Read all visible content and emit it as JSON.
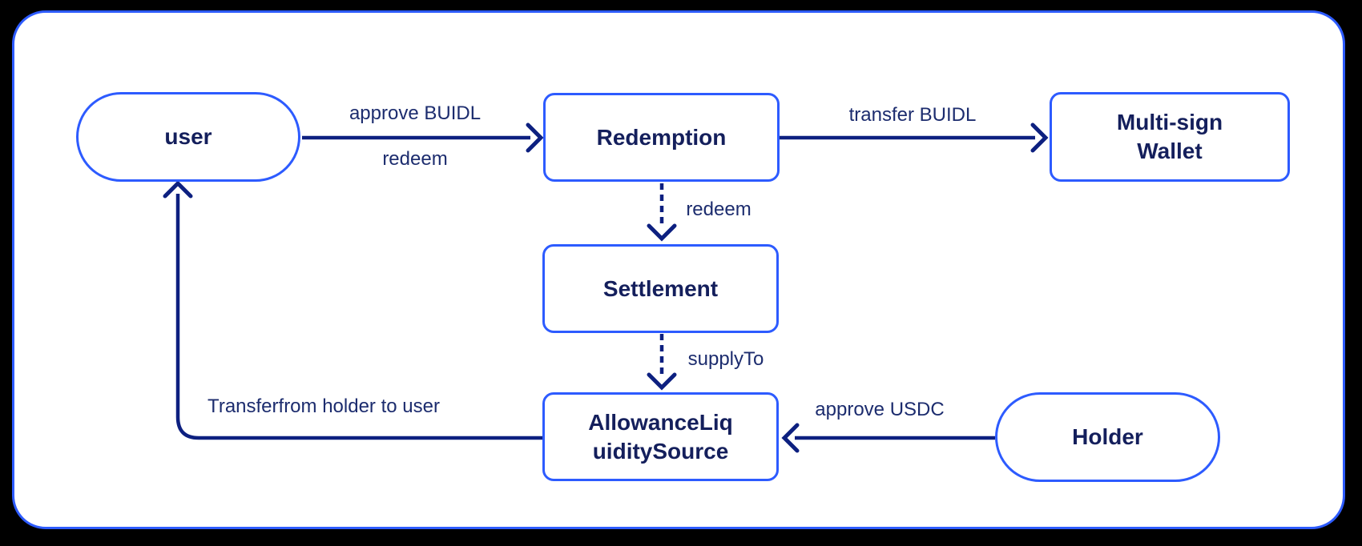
{
  "diagram": {
    "colors": {
      "background": "#000000",
      "canvas": "#ffffff",
      "node_border_blue": "#2d5bff",
      "arrow_navy": "#0d2080",
      "node_text_navy": "#141f5c",
      "edge_label_navy": "#1c2c6e"
    },
    "nodes": {
      "user": {
        "label": "user",
        "shape": "pill"
      },
      "redemption": {
        "label": "Redemption",
        "shape": "rect"
      },
      "multisign_wallet": {
        "label": "Multi-sign Wallet",
        "lines": [
          "Multi-sign",
          "Wallet"
        ],
        "shape": "rect"
      },
      "settlement": {
        "label": "Settlement",
        "shape": "rect"
      },
      "allowance_liquidity_source": {
        "label": "AllowanceLiquiditySource",
        "lines": [
          "AllowanceLiq",
          "uiditySource"
        ],
        "shape": "rect"
      },
      "holder": {
        "label": "Holder",
        "shape": "pill"
      }
    },
    "edges": [
      {
        "from": "user",
        "to": "redemption",
        "style": "solid",
        "labels": [
          "approve BUIDL",
          "redeem"
        ]
      },
      {
        "from": "redemption",
        "to": "multisign_wallet",
        "style": "solid",
        "labels": [
          "transfer BUIDL"
        ]
      },
      {
        "from": "redemption",
        "to": "settlement",
        "style": "dashed",
        "labels": [
          "redeem"
        ]
      },
      {
        "from": "settlement",
        "to": "allowance_liquidity_source",
        "style": "dashed",
        "labels": [
          "supplyTo"
        ]
      },
      {
        "from": "holder",
        "to": "allowance_liquidity_source",
        "style": "solid",
        "labels": [
          "approve USDC"
        ]
      },
      {
        "from": "allowance_liquidity_source",
        "to": "user",
        "style": "solid",
        "labels": [
          "Transferfrom holder to user"
        ]
      }
    ]
  }
}
